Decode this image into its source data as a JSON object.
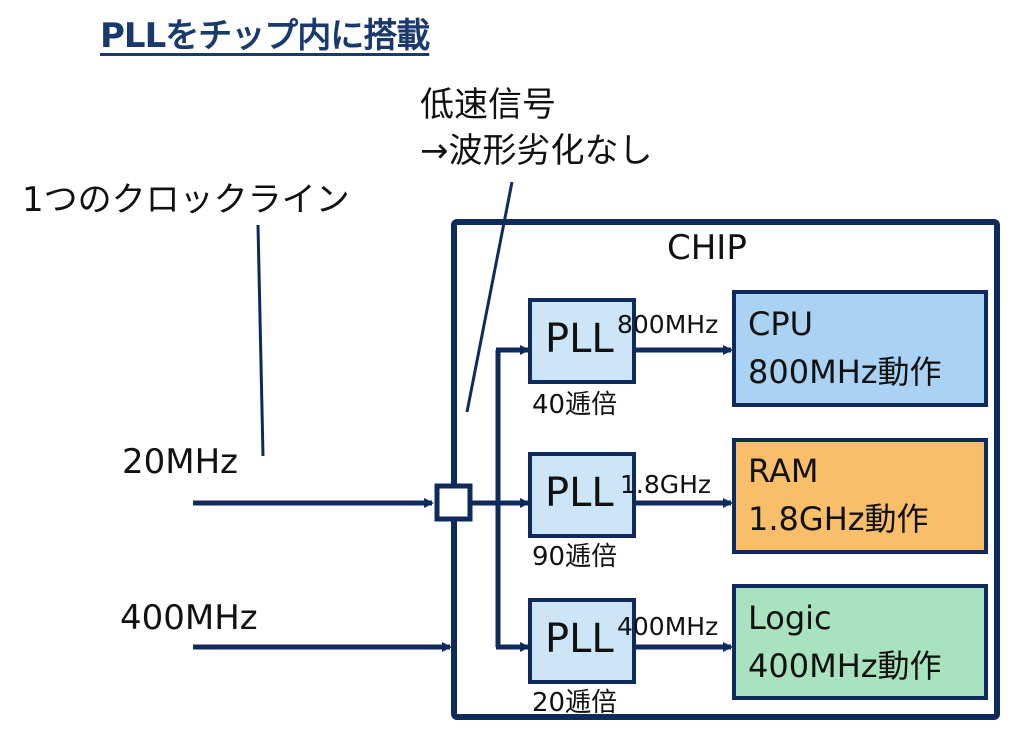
{
  "title": "PLLをチップ内に搭載",
  "annotations": {
    "low_speed": [
      "低速信号",
      "→波形劣化なし"
    ],
    "single_clock_line": "1つのクロックライン"
  },
  "inputs": [
    {
      "label": "20MHz"
    },
    {
      "label": "400MHz"
    }
  ],
  "chip": {
    "label": "CHIP",
    "plls": [
      {
        "label": "PLL",
        "multiplier": "40逓倍",
        "output": "800MHz"
      },
      {
        "label": "PLL",
        "multiplier": "90逓倍",
        "output": "1.8GHz"
      },
      {
        "label": "PLL",
        "multiplier": "20逓倍",
        "output": "400MHz"
      }
    ],
    "blocks": [
      {
        "name": "CPU",
        "desc": "800MHz動作",
        "color": "#a9d2f3"
      },
      {
        "name": "RAM",
        "desc": "1.8GHz動作",
        "color": "#f9be6a"
      },
      {
        "name": "Logic",
        "desc": "400MHz動作",
        "color": "#a8e2bf"
      }
    ]
  },
  "colors": {
    "line": "#0f2a5c",
    "pll_fill": "#cde6f7",
    "title": "#1a3a6e"
  }
}
